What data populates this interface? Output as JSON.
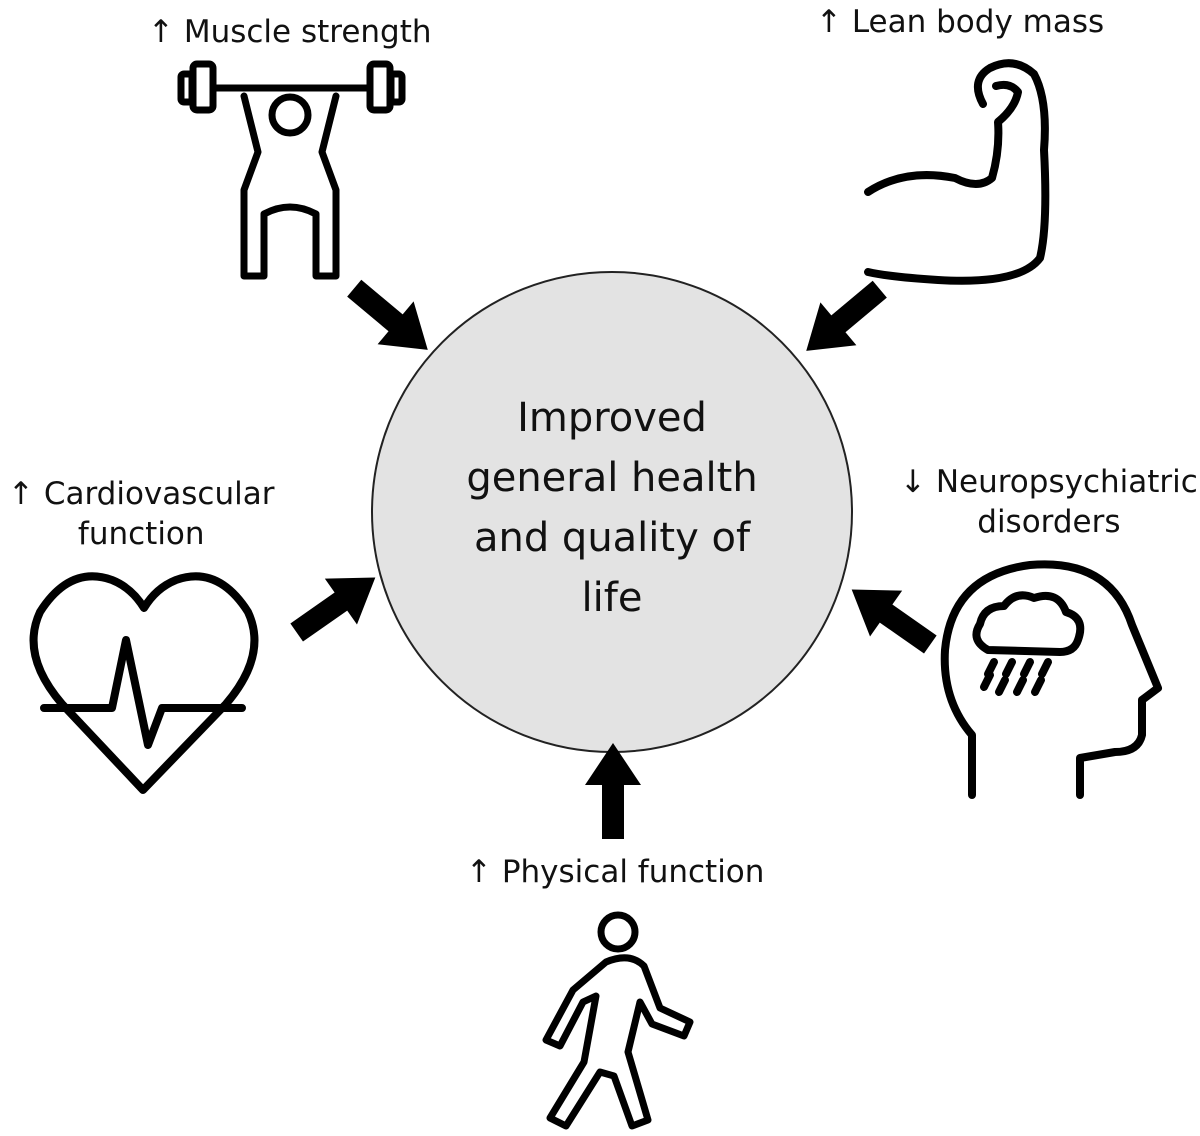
{
  "center": {
    "lines": [
      "Improved",
      "general health",
      "and quality of",
      "life"
    ],
    "fill": "#e3e3e3"
  },
  "factors": {
    "muscle_strength": {
      "lines": [
        "↑ Muscle strength"
      ],
      "icon": "weightlifter-icon"
    },
    "lean_body_mass": {
      "lines": [
        "↑ Lean body mass"
      ],
      "icon": "flexed-arm-icon"
    },
    "cardiovascular": {
      "lines": [
        "↑ Cardiovascular",
        "function"
      ],
      "icon": "heart-pulse-icon"
    },
    "neuropsychiatric": {
      "lines": [
        "↓ Neuropsychiatric",
        "disorders"
      ],
      "icon": "head-raincloud-icon"
    },
    "physical_function": {
      "lines": [
        "↑ Physical function"
      ],
      "icon": "walking-person-icon"
    }
  }
}
